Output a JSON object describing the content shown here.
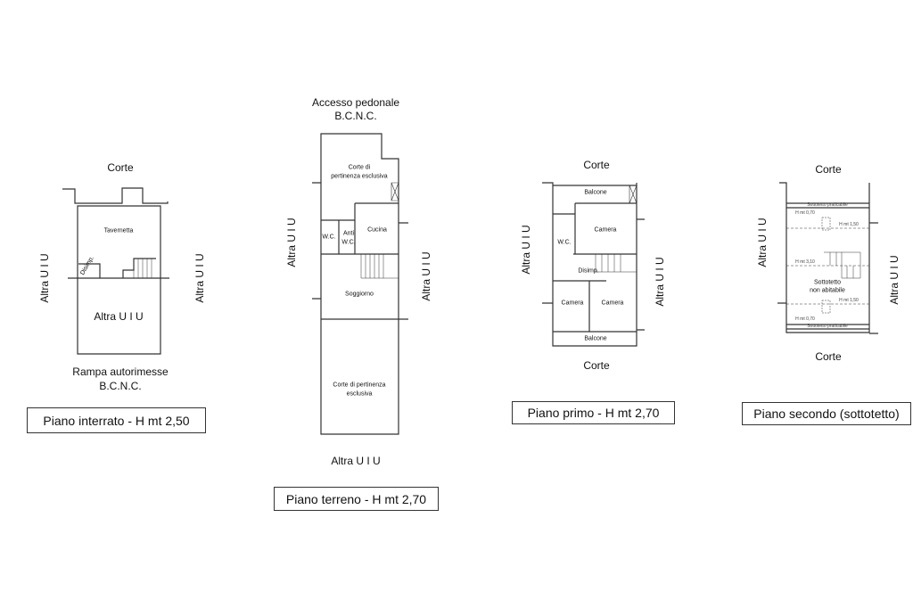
{
  "plans": [
    {
      "title": "Piano interrato - H mt 2,50",
      "top_label": "Corte",
      "side_left": "Altra U I U",
      "side_right": "Altra U I U",
      "rooms": [
        "Tavernetta",
        "Disimp.",
        "Altra U I U"
      ],
      "bottom_label_1": "Rampa autorimesse",
      "bottom_label_2": "B.C.N.C."
    },
    {
      "title": "Piano terreno - H mt 2,70",
      "top_label_1": "Accesso pedonale",
      "top_label_2": "B.C.N.C.",
      "side_left": "Altra U I U",
      "side_right": "Altra U I U",
      "rooms": [
        "Corte di",
        "pertinenza esclusiva",
        "W.C.",
        "Anti",
        "W.C.",
        "Cucina",
        "Soggiorno",
        "Corte di pertinenza",
        "esclusiva"
      ],
      "bottom_label": "Altra U I U"
    },
    {
      "title": "Piano primo - H mt 2,70",
      "top_label": "Corte",
      "bottom_label": "Corte",
      "side_left": "Altra U I U",
      "side_right": "Altra U I U",
      "rooms": [
        "Balcone",
        "Camera",
        "W.C.",
        "Disimp.",
        "Camera",
        "Camera",
        "Balcone"
      ]
    },
    {
      "title": "Piano secondo (sottotetto)",
      "top_label": "Corte",
      "bottom_label": "Corte",
      "side_left": "Altra U I U",
      "side_right": "Altra U I U",
      "rooms": [
        "Sottotetto",
        "non abitabile"
      ],
      "heights": [
        "H mt 0,70",
        "H mt 1,50",
        "H mt 3,10",
        "H mt 1,50",
        "H mt 0,70"
      ],
      "bands": [
        "Sottotetto praticabile",
        "Sottotetto praticabile"
      ]
    }
  ]
}
